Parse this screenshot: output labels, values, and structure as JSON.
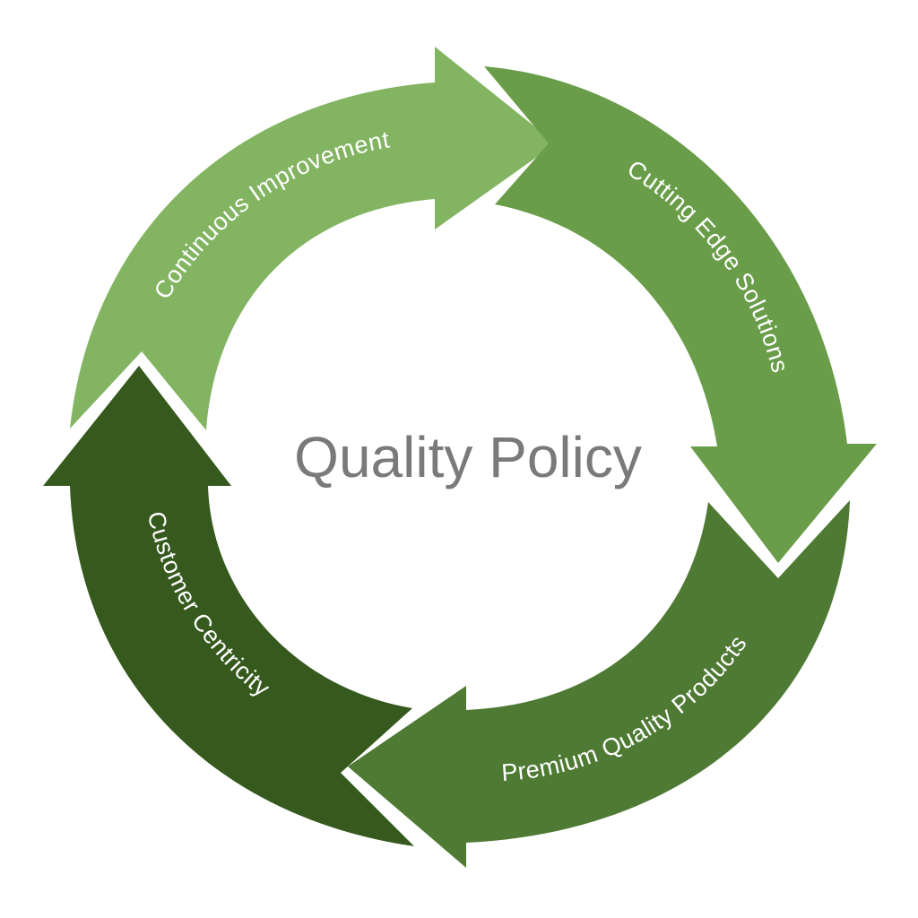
{
  "diagram": {
    "title": "Quality Policy",
    "segments": [
      {
        "label": "Continuous Improvement",
        "color": "#82b462"
      },
      {
        "label": "Cutting Edge Solutions",
        "color": "#6a9d49"
      },
      {
        "label": "Premium Quality Products",
        "color": "#4e7a34"
      },
      {
        "label": "Customer Centricity",
        "color": "#36591e"
      }
    ],
    "colors": {
      "background": "#ffffff",
      "title_text": "#7a7a7a",
      "label_text": "#ffffff"
    }
  }
}
